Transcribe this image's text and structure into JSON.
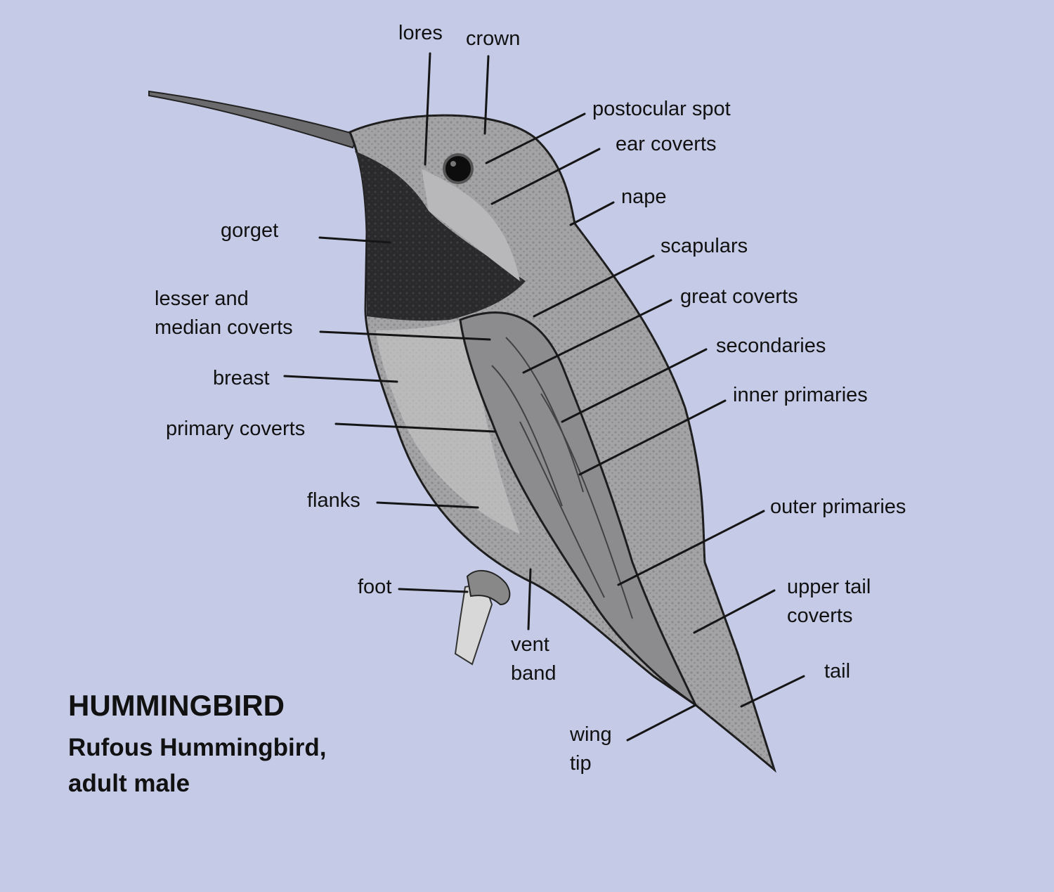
{
  "labels": {
    "lores": "lores",
    "crown": "crown",
    "postocular_spot": "postocular spot",
    "ear_coverts": "ear coverts",
    "nape": "nape",
    "scapulars": "scapulars",
    "great_coverts": "great coverts",
    "secondaries": "secondaries",
    "inner_primaries": "inner primaries",
    "outer_primaries": "outer primaries",
    "upper_tail_coverts": [
      "upper tail",
      "coverts"
    ],
    "tail": "tail",
    "wing_tip": [
      "wing",
      "tip"
    ],
    "vent_band": [
      "vent",
      "band"
    ],
    "foot": "foot",
    "flanks": "flanks",
    "primary_coverts": "primary coverts",
    "breast": "breast",
    "lesser_median_coverts": [
      "lesser and",
      "median coverts"
    ],
    "gorget": "gorget"
  },
  "title": {
    "main": "HUMMINGBIRD",
    "subtitle": [
      "Rufous Hummingbird,",
      "adult male"
    ]
  },
  "colors": {
    "background": "#c5cae6",
    "bird": "#a3a3a6",
    "ink": "#111111"
  }
}
